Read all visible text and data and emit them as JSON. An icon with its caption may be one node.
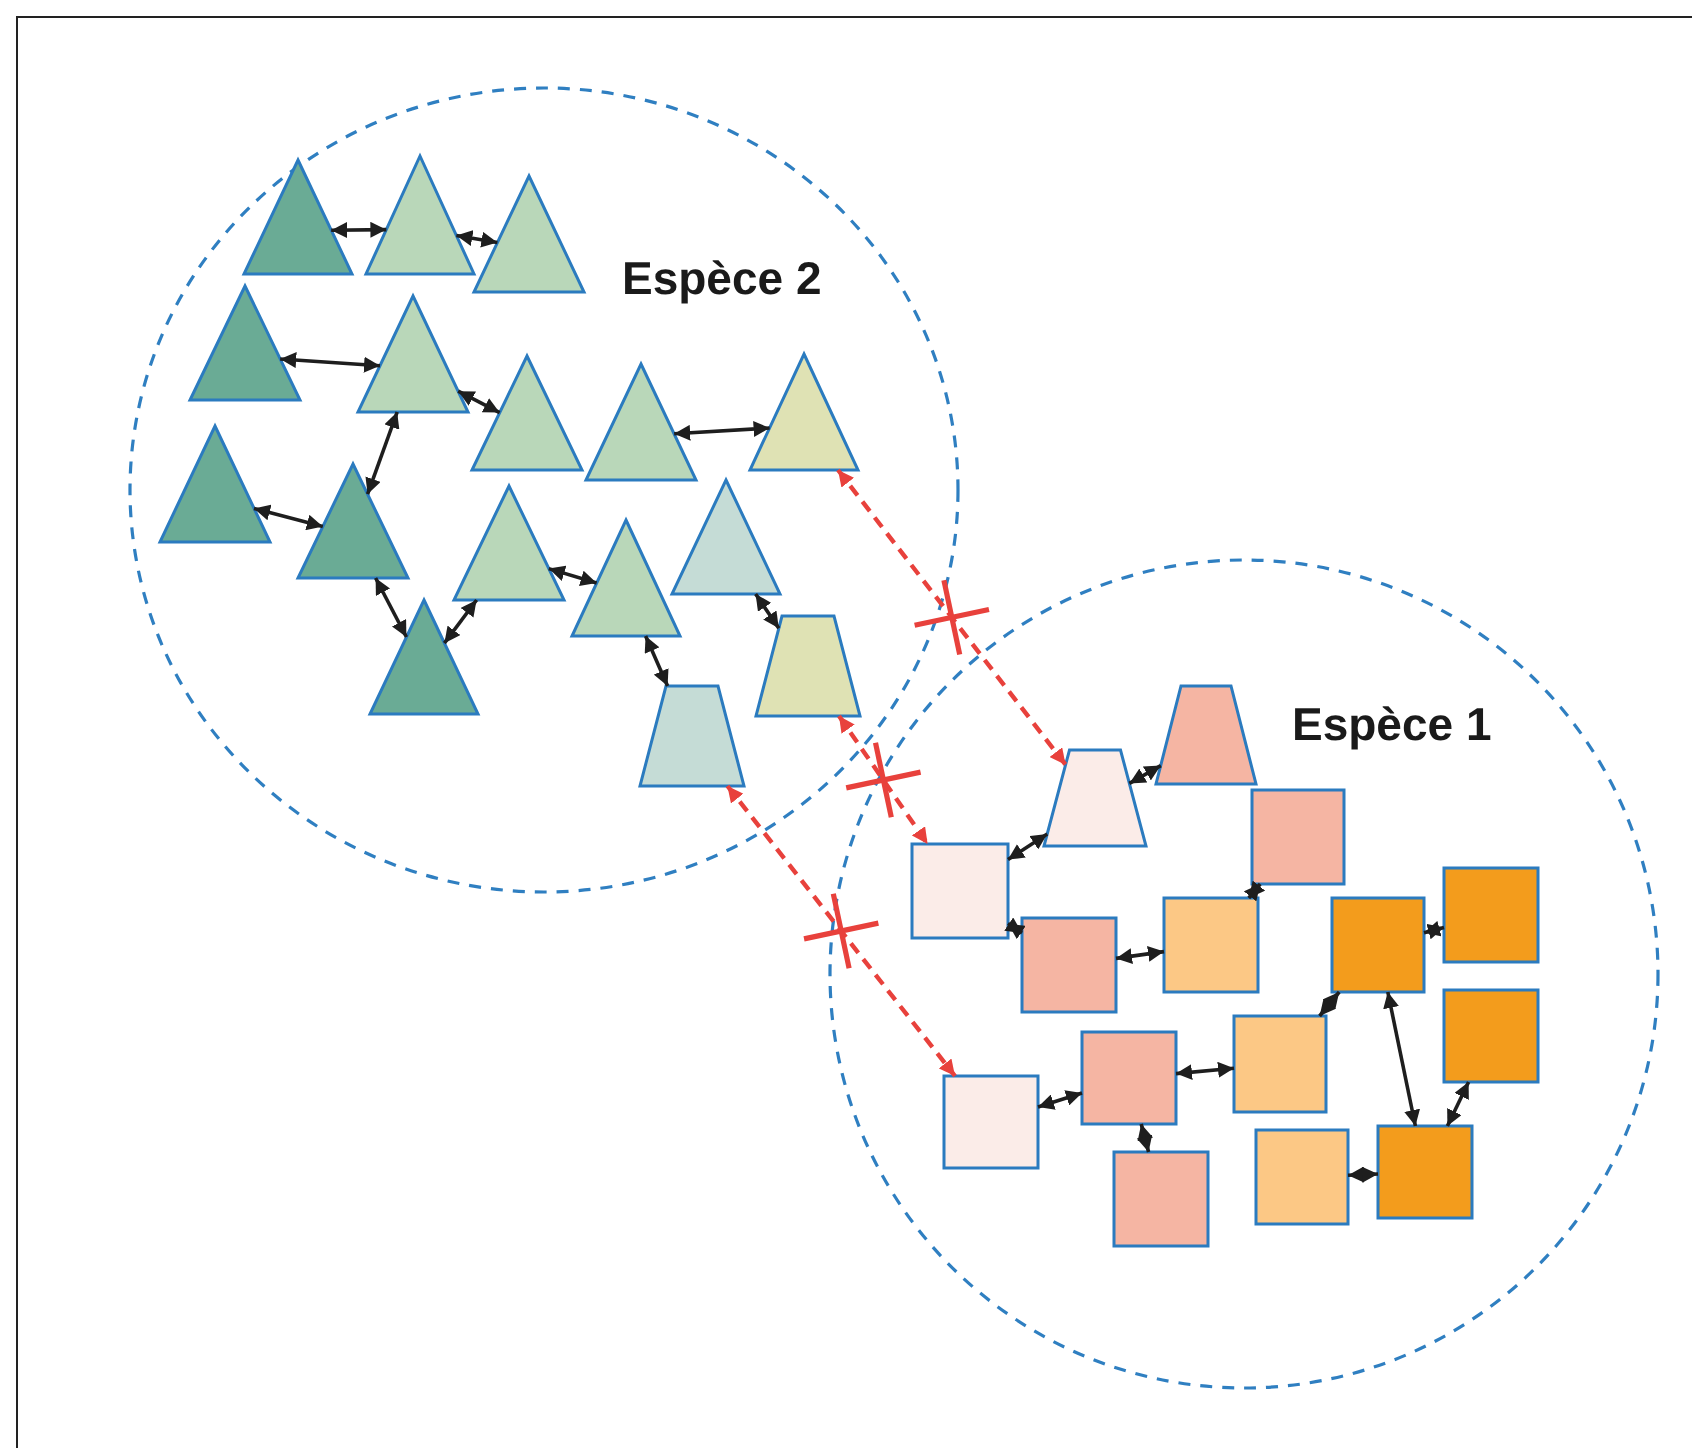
{
  "diagram": {
    "nodes": [
      {
        "text": [
          "Espèce 2"
        ]
      },
      {
        "text": [],
        "shape": "triangle",
        "in": 0
      },
      {
        "text": [],
        "shape": "triangle",
        "in": 0
      },
      {
        "text": [],
        "shape": "triangle",
        "in": 0
      },
      {
        "text": [],
        "shape": "triangle",
        "in": 0
      },
      {
        "text": [],
        "shape": "triangle",
        "in": 0
      },
      {
        "text": [],
        "shape": "triangle",
        "in": 0
      },
      {
        "text": [],
        "shape": "triangle",
        "in": 0
      },
      {
        "text": [],
        "shape": "triangle",
        "in": 0
      },
      {
        "text": [],
        "shape": "triangle",
        "in": 0
      },
      {
        "text": [],
        "shape": "triangle",
        "in": 0
      },
      {
        "text": [],
        "shape": "triangle",
        "in": 0
      },
      {
        "text": [],
        "shape": "triangle",
        "in": 0
      },
      {
        "text": [],
        "shape": "triangle",
        "in": 0
      },
      {
        "text": [],
        "shape": "triangle",
        "in": 0
      },
      {
        "text": [],
        "shape": "trapezoid",
        "in": 0
      },
      {
        "text": [],
        "shape": "trapezoid",
        "in": 0
      },
      {
        "text": [
          "Espèce 1"
        ]
      },
      {
        "text": [],
        "shape": "trapezoid",
        "in": 17
      },
      {
        "text": [],
        "shape": "trapezoid",
        "in": 17
      },
      {
        "text": [],
        "shape": "box",
        "in": 17
      },
      {
        "text": [],
        "shape": "box",
        "in": 17
      },
      {
        "text": [],
        "shape": "box",
        "in": 17
      },
      {
        "text": [],
        "shape": "box",
        "in": 17
      },
      {
        "text": [],
        "shape": "box",
        "in": 17
      },
      {
        "text": [],
        "shape": "box",
        "in": 17
      },
      {
        "text": [],
        "shape": "box",
        "in": 17
      },
      {
        "text": [],
        "shape": "box",
        "in": 17
      },
      {
        "text": [],
        "shape": "box",
        "in": 17
      },
      {
        "text": [],
        "shape": "box",
        "in": 17
      },
      {
        "text": [],
        "shape": "box",
        "in": 17
      },
      {
        "text": [],
        "shape": "box",
        "in": 17
      },
      {
        "text": [],
        "shape": "box",
        "in": 17
      }
    ],
    "edges": [
      {
        "from": 1,
        "to": 2,
        "arrow": "both"
      },
      {
        "from": 2,
        "to": 3,
        "arrow": "both"
      },
      {
        "from": 4,
        "to": 5,
        "arrow": "both"
      },
      {
        "from": 5,
        "to": 6,
        "arrow": "both"
      },
      {
        "from": 7,
        "to": 8,
        "arrow": "both"
      },
      {
        "from": 9,
        "to": 10,
        "arrow": "both"
      },
      {
        "from": 10,
        "to": 5,
        "arrow": "both"
      },
      {
        "from": 10,
        "to": 14,
        "arrow": "both"
      },
      {
        "from": 14,
        "to": 11,
        "arrow": "both"
      },
      {
        "from": 11,
        "to": 12,
        "arrow": "both"
      },
      {
        "from": 12,
        "to": 16,
        "arrow": "both"
      },
      {
        "from": 13,
        "to": 15,
        "arrow": "both"
      },
      {
        "from": 21,
        "to": 19,
        "arrow": "both"
      },
      {
        "from": 19,
        "to": 18,
        "arrow": "both"
      },
      {
        "from": 21,
        "to": 25,
        "arrow": "both"
      },
      {
        "from": 25,
        "to": 23,
        "arrow": "both"
      },
      {
        "from": 23,
        "to": 20,
        "arrow": "both"
      },
      {
        "from": 24,
        "to": 22,
        "arrow": "both"
      },
      {
        "from": 24,
        "to": 27,
        "arrow": "both"
      },
      {
        "from": 24,
        "to": 30,
        "arrow": "both"
      },
      {
        "from": 27,
        "to": 28,
        "arrow": "both"
      },
      {
        "from": 28,
        "to": 29,
        "arrow": "both"
      },
      {
        "from": 28,
        "to": 32,
        "arrow": "both"
      },
      {
        "from": 31,
        "to": 30,
        "arrow": "both"
      },
      {
        "from": 30,
        "to": 26,
        "arrow": "both"
      },
      {
        "from": 8,
        "to": 19,
        "arrow": "both",
        "style": "dashed",
        "color": "#e8413c"
      },
      {
        "from": 15,
        "to": 21,
        "arrow": "both",
        "style": "dashed",
        "color": "#e8413c"
      },
      {
        "from": 16,
        "to": 29,
        "arrow": "both",
        "style": "dashed",
        "color": "#e8413c"
      }
    ]
  }
}
